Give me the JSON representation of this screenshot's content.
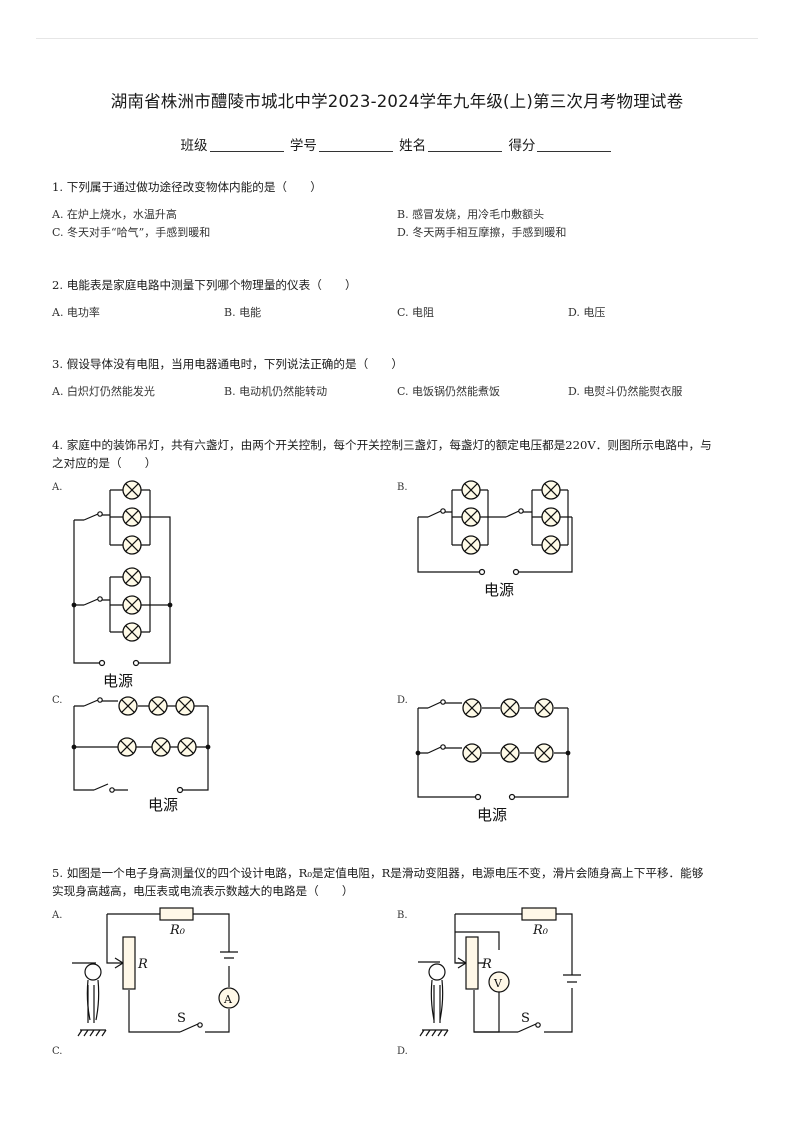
{
  "paper": {
    "title": "湖南省株洲市醴陵市城北中学2023-2024学年九年级(上)第三次月考物理试卷",
    "info": {
      "class_label": "班级",
      "student_no_label": "学号",
      "name_label": "姓名",
      "score_label": "得分"
    }
  },
  "questions": [
    {
      "stem": "1. 下列属于通过做功途径改变物体内能的是（　　）",
      "options": [
        "A. 在炉上烧水，水温升高",
        "B. 感冒发烧，用冷毛巾敷额头",
        "C. 冬天对手“哈气”，手感到暖和",
        "D. 冬天两手相互摩擦，手感到暖和"
      ]
    },
    {
      "stem": "2. 电能表是家庭电路中测量下列哪个物理量的仪表（　　）",
      "options": [
        "A. 电功率",
        "B. 电能",
        "C. 电阻",
        "D. 电压"
      ]
    },
    {
      "stem": "3. 假设导体没有电阻，当用电器通电时，下列说法正确的是（　　）",
      "options": [
        "A. 白炽灯仍然能发光",
        "B. 电动机仍然能转动",
        "C. 电饭锅仍然能煮饭",
        "D. 电熨斗仍然能熨衣服"
      ]
    },
    {
      "stem_line1": "4. 家庭中的装饰吊灯，共有六盏灯，由两个开关控制，每个开关控制三盏灯，每盏灯的额定电压都是220V．则图所示电路中，与",
      "stem_line2": "之对应的是（　　）",
      "option_letters": [
        "A.",
        "B.",
        "C.",
        "D."
      ],
      "source_label": "电源"
    },
    {
      "stem_line1": "5. 如图是一个电子身高测量仪的四个设计电路，R₀是定值电阻，R是滑动变阻器，电源电压不变，滑片会随身高上下平移．能够",
      "stem_line2": "实现身高越高，电压表或电流表示数越大的电路是（　　）",
      "option_letters": [
        "A.",
        "B.",
        "C.",
        "D."
      ],
      "labels": {
        "fixed_resistor": "R₀",
        "rheostat": "R",
        "switch": "S",
        "ammeter": "A",
        "voltmeter": "V"
      }
    }
  ]
}
